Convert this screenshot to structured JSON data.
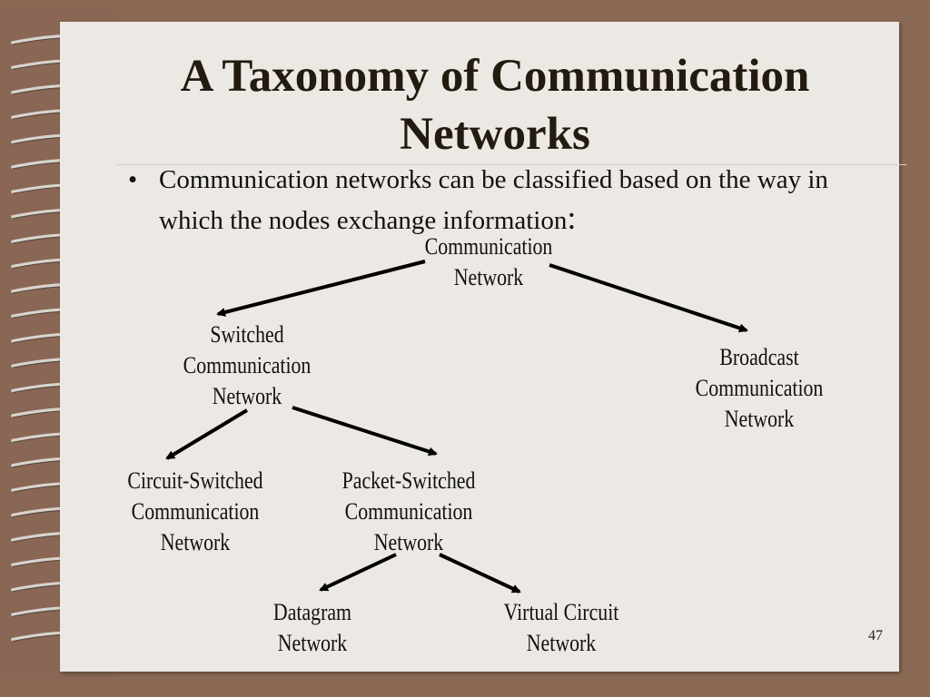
{
  "slide": {
    "title_line1": "A Taxonomy of Communication",
    "title_line2": "Networks",
    "bullet_text": "Communication networks can be classified based on the way in which the nodes exchange information",
    "bullet_colon": ":",
    "page_number": "47"
  },
  "diagram": {
    "nodes": {
      "communication": [
        "Communication",
        "Network"
      ],
      "switched": [
        "Switched",
        "Communication",
        "Network"
      ],
      "broadcast": [
        "Broadcast",
        "Communication",
        "Network"
      ],
      "circuit_switched": [
        "Circuit-Switched",
        "Communication",
        "Network"
      ],
      "packet_switched": [
        "Packet-Switched",
        "Communication",
        "Network"
      ],
      "datagram": [
        "Datagram",
        "Network"
      ],
      "virtual_circuit": [
        "Virtual Circuit",
        "Network"
      ]
    },
    "edges": [
      {
        "from": "communication",
        "to": "switched"
      },
      {
        "from": "communication",
        "to": "broadcast"
      },
      {
        "from": "switched",
        "to": "circuit_switched"
      },
      {
        "from": "switched",
        "to": "packet_switched"
      },
      {
        "from": "packet_switched",
        "to": "datagram"
      },
      {
        "from": "packet_switched",
        "to": "virtual_circuit"
      }
    ]
  },
  "colors": {
    "background": "#8b6a55",
    "page": "#ece8e4",
    "title": "#231a10",
    "ink": "#111111"
  }
}
